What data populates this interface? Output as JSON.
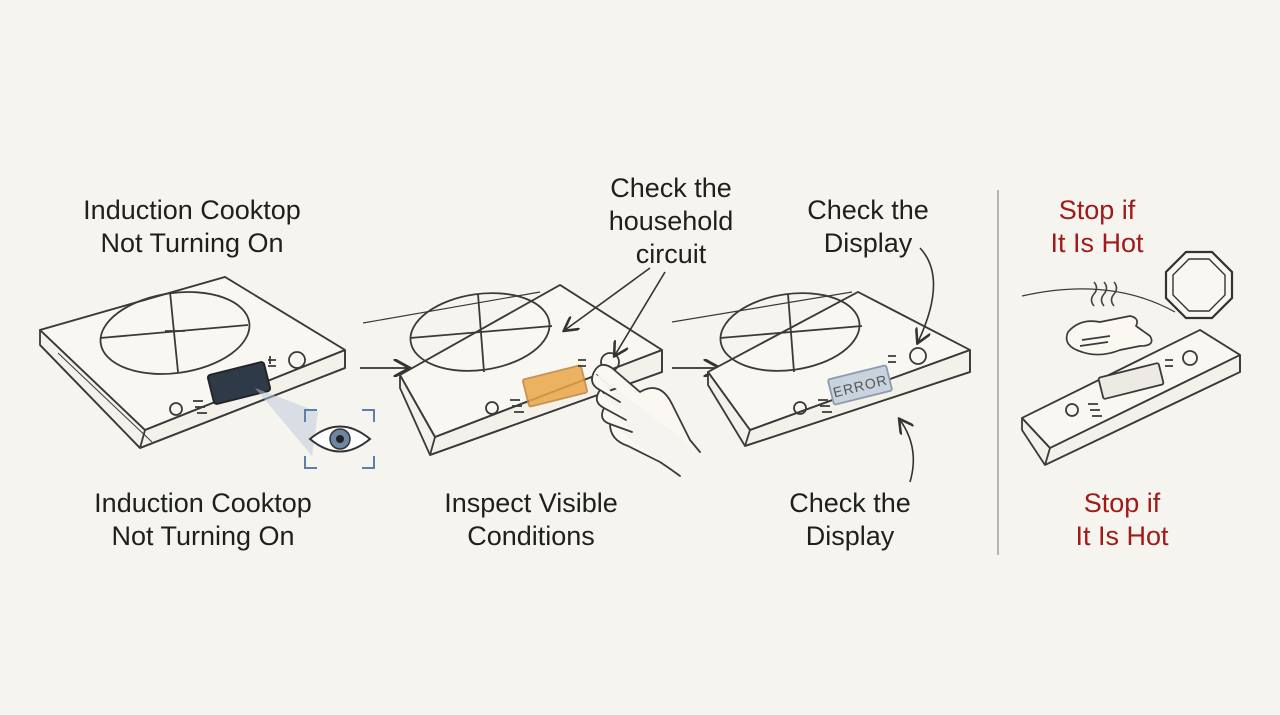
{
  "colors": {
    "background": "#f6f4ee",
    "ink": "#3a3a3a",
    "warning_red": "#a11a1a",
    "display_dark": "#2e3a48",
    "display_highlight": "#e9a64a",
    "eye_frame_blue": "#5a7fa8"
  },
  "panels": [
    {
      "top_label": [
        "Induction Cooktop",
        "Not Turning On"
      ],
      "bottom_label": [
        "Induction Cooktop",
        "Not Turning On"
      ]
    },
    {
      "top_label": [
        "Check the",
        "household",
        "circuit"
      ],
      "bottom_label": [
        "Inspect Visible",
        "Conditions"
      ]
    },
    {
      "top_label": [
        "Check the",
        "Display"
      ],
      "display_text": "ERROR",
      "bottom_label": [
        "Check the",
        "Display"
      ]
    },
    {
      "top_label": [
        "Stop if",
        "It Is Hot"
      ],
      "bottom_label": [
        "Stop if",
        "It Is Hot"
      ]
    }
  ]
}
